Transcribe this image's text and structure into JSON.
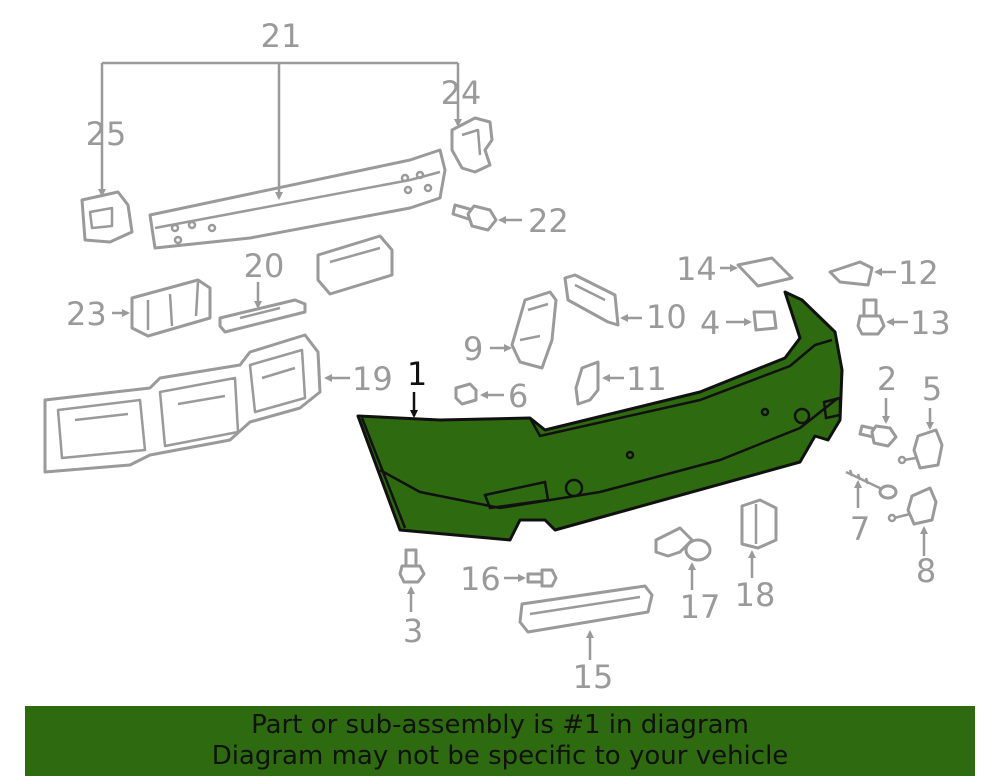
{
  "callouts": {
    "c1": "1",
    "c2": "2",
    "c3": "3",
    "c4": "4",
    "c5": "5",
    "c6": "6",
    "c7": "7",
    "c8": "8",
    "c9": "9",
    "c10": "10",
    "c11": "11",
    "c12": "12",
    "c13": "13",
    "c14": "14",
    "c15": "15",
    "c16": "16",
    "c17": "17",
    "c18": "18",
    "c19": "19",
    "c20": "20",
    "c21": "21",
    "c22": "22",
    "c23": "23",
    "c24": "24",
    "c25": "25"
  },
  "highlight_color": "#2e6b10",
  "footer": {
    "line1": "Part or sub-assembly is #1 in diagram",
    "line2": "Diagram may not be specific to your vehicle"
  }
}
